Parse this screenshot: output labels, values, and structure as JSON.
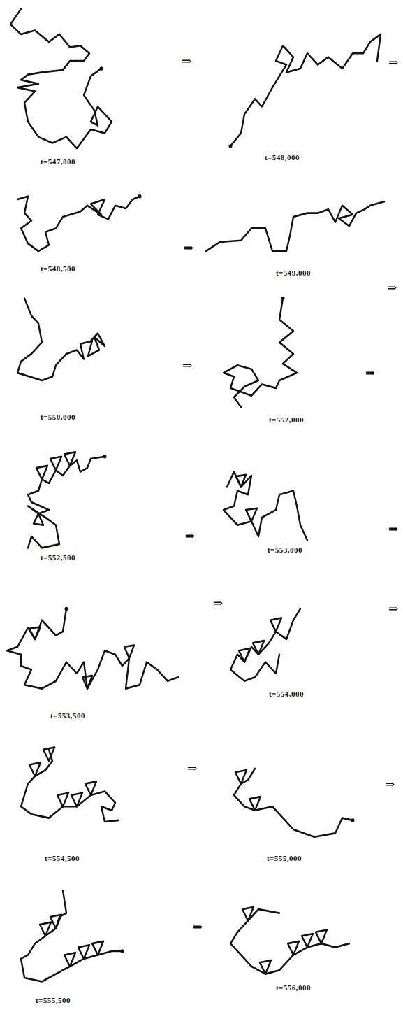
{
  "diagram": {
    "labels": [
      "t=547,000",
      "⇒",
      "t=548,000",
      "⇒",
      "t=548,500",
      "⇒",
      "t=549,000",
      "⇒",
      "t=550,000",
      "⇒",
      "t=552,000",
      "⇒",
      "t=552,500",
      "⇒",
      "t=553,000",
      "⇒",
      "t=553,500",
      "⇒",
      "t=554,000",
      "⇒",
      "t=554,500",
      "⇒",
      "t=555,000",
      "⇒",
      "t=555,500",
      "⇒",
      "t=556,000"
    ]
  }
}
